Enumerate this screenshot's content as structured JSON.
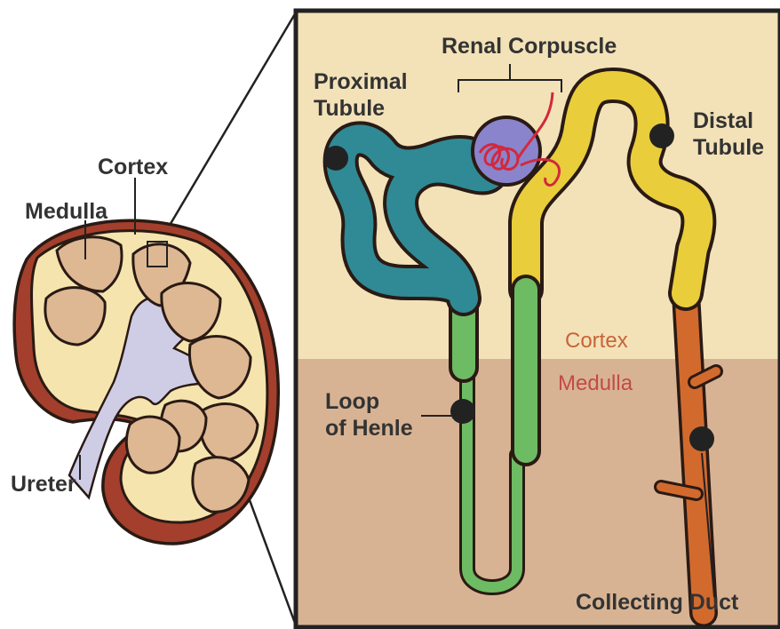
{
  "kidney": {
    "cortex_label": "Cortex",
    "medulla_label": "Medulla",
    "ureter_label": "Ureter"
  },
  "nephron": {
    "renal_corpuscle_label": "Renal Corpuscle",
    "proximal_tubule_label_line1": "Proximal",
    "proximal_tubule_label_line2": "Tubule",
    "distal_tubule_label_line1": "Distal",
    "distal_tubule_label_line2": "Tubule",
    "loop_of_henle_label_line1": "Loop",
    "loop_of_henle_label_line2": "of Henle",
    "collecting_duct_label": "Collecting Duct",
    "cortex_zone_label": "Cortex",
    "medulla_zone_label": "Medulla"
  },
  "colors": {
    "cortex_bg": "#f3e2b8",
    "medulla_bg": "#d8b393",
    "proximal_tubule": "#2f8a95",
    "loop_of_henle": "#6dbb63",
    "distal_tubule": "#e9cd3b",
    "collecting_duct": "#d26a2e",
    "corpuscle": "#8a84cc",
    "glomerulus": "#d3283c",
    "kidney_outer": "#a33f2c",
    "kidney_cortex": "#f5e4ad",
    "kidney_pyramid": "#ddb893",
    "renal_pelvis": "#cfcde6"
  }
}
